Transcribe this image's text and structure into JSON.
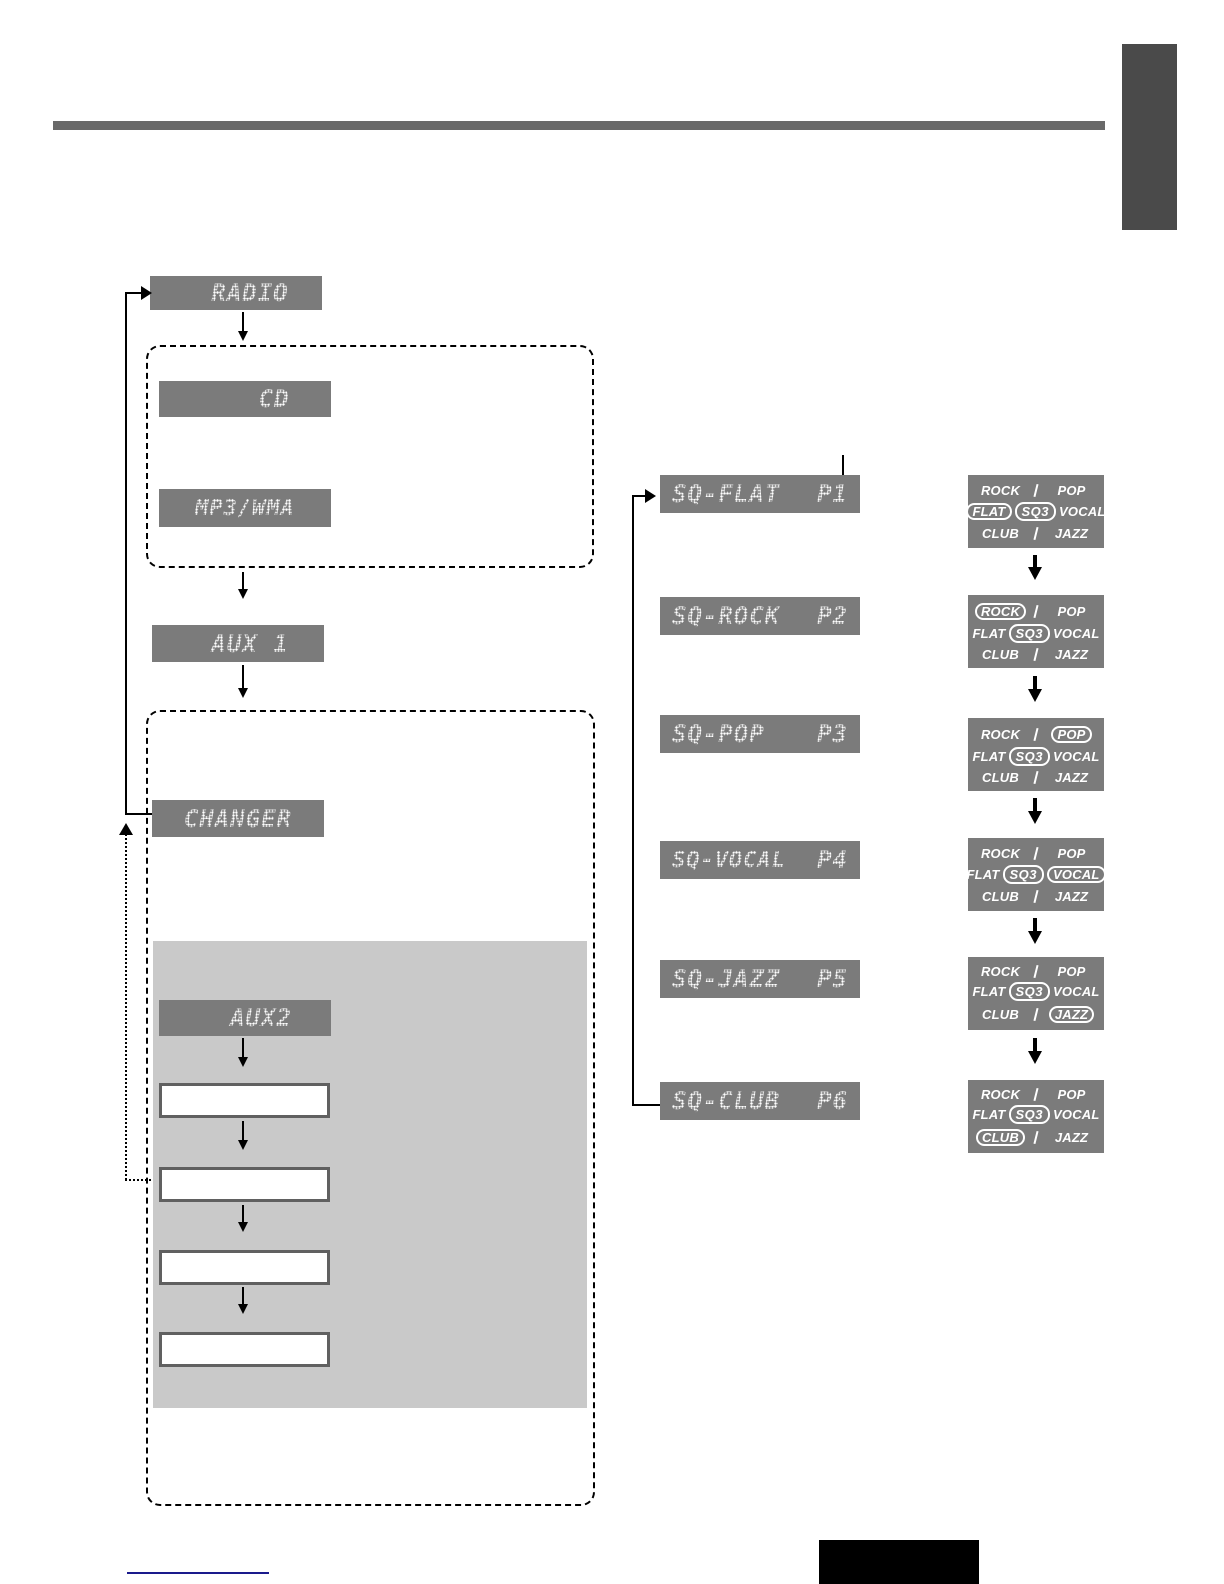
{
  "colors": {
    "lcd_background": "#7b7b7b",
    "panel_background": "#7b7b7b",
    "gray_area": "#c9c9c9",
    "header_rule": "#696969",
    "side_tab": "#4a4a4a",
    "white_box_border": "#606060",
    "footer_block": "#000000",
    "footer_line": "#1a1a8c"
  },
  "flow": {
    "sources": [
      {
        "label": "RADIO"
      },
      {
        "label": "CD"
      },
      {
        "label": "MP3/WMA"
      },
      {
        "label": "AUX 1"
      },
      {
        "label": "CHANGER"
      },
      {
        "label": "AUX2"
      }
    ]
  },
  "sq": {
    "displays": [
      {
        "name": "SQ-FLAT",
        "preset": "P1"
      },
      {
        "name": "SQ-ROCK",
        "preset": "P2"
      },
      {
        "name": "SQ-POP",
        "preset": "P3"
      },
      {
        "name": "SQ-VOCAL",
        "preset": "P4"
      },
      {
        "name": "SQ-JAZZ",
        "preset": "P5"
      },
      {
        "name": "SQ-CLUB",
        "preset": "P6"
      }
    ],
    "panel_labels": {
      "rock": "ROCK",
      "pop": "POP",
      "flat": "FLAT",
      "logo": "SQ3",
      "vocal": "VOCAL",
      "club": "CLUB",
      "jazz": "JAZZ"
    },
    "panels": [
      {
        "highlight": "FLAT"
      },
      {
        "highlight": "ROCK"
      },
      {
        "highlight": "POP"
      },
      {
        "highlight": "VOCAL"
      },
      {
        "highlight": "JAZZ"
      },
      {
        "highlight": "CLUB"
      }
    ]
  }
}
